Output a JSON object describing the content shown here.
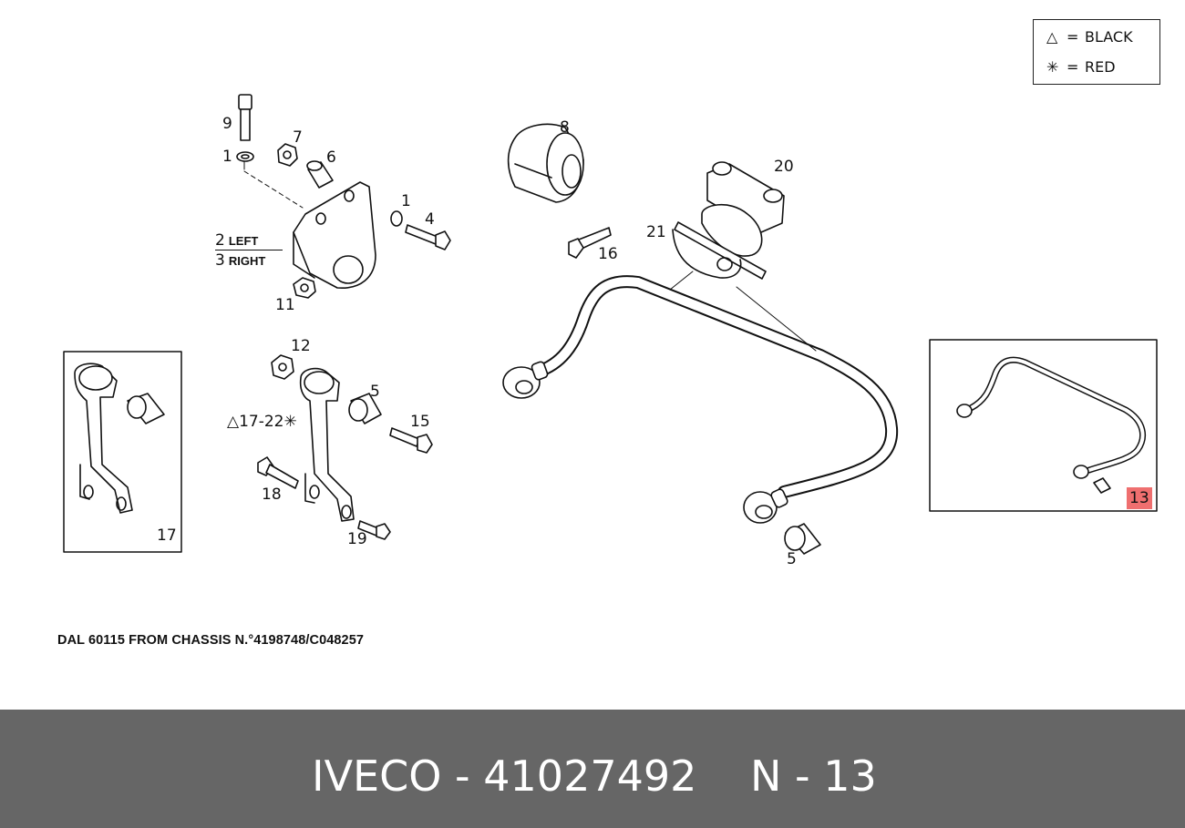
{
  "legend": {
    "black": {
      "symbol": "△",
      "equals": "=",
      "label": "BLACK"
    },
    "red": {
      "symbol": "✳",
      "equals": "=",
      "label": "RED"
    }
  },
  "side_labels": {
    "left": {
      "num": "2",
      "word": "LEFT"
    },
    "right": {
      "num": "3",
      "word": "RIGHT"
    }
  },
  "callouts": {
    "c9": "9",
    "c1a": "1",
    "c7": "7",
    "c6": "6",
    "c1b": "1",
    "c4": "4",
    "c11": "11",
    "c8": "8",
    "c16": "16",
    "c20": "20",
    "c21": "21",
    "c12": "12",
    "c5a": "5",
    "c15": "15",
    "c18": "18",
    "c19": "19",
    "c17": "17",
    "c5b": "5",
    "c13": "13"
  },
  "kit_label": "△17-22✳",
  "chassis_note": "DAL 60115 FROM CHASSIS N.°4198748/C048257",
  "footer": {
    "part": "IVECO - 41027492",
    "page": "N - 13"
  },
  "colors": {
    "footer_bg": "#666666",
    "footer_text": "#ffffff",
    "highlight": "#ef6f6f"
  }
}
